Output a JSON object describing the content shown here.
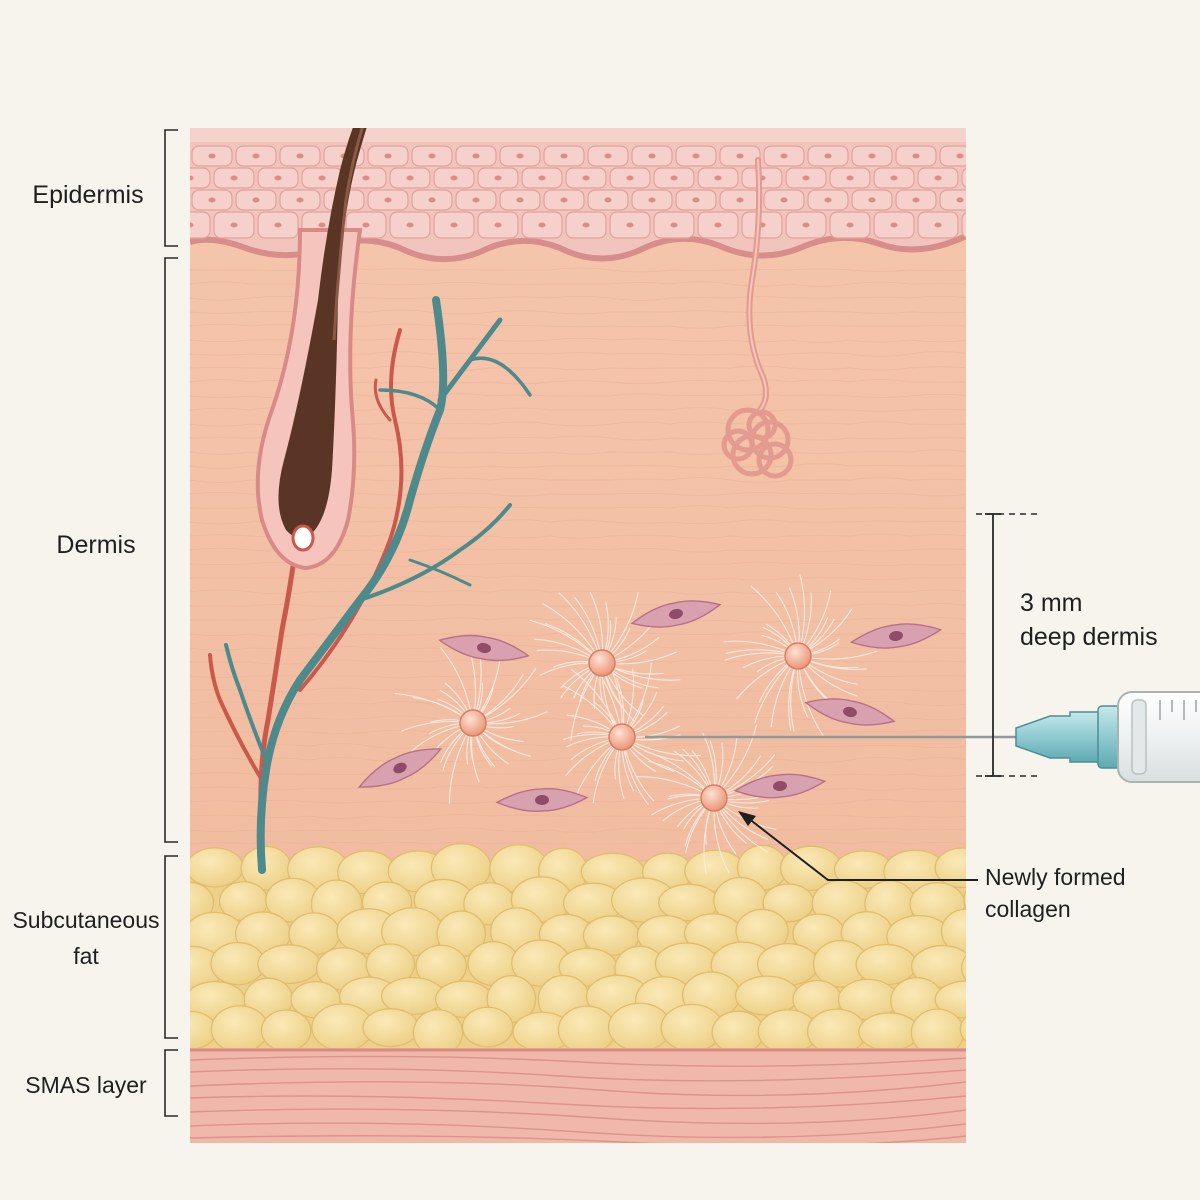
{
  "layers": {
    "epidermis": "Epidermis",
    "dermis": "Dermis",
    "subcutaneous_fat_line1": "Subcutaneous",
    "subcutaneous_fat_line2": "fat",
    "smas": "SMAS layer"
  },
  "annotations": {
    "depth_line1": "3 mm",
    "depth_line2": "deep dermis",
    "collagen_line1": "Newly formed",
    "collagen_line2": "collagen"
  },
  "colors": {
    "background": "#f7f4ee",
    "epidermis": "#f2c2bc",
    "dermis": "#f4c3a8",
    "fat": "#f6dc9a",
    "smas": "#efb4a8",
    "vein": "#4e8a8c",
    "artery": "#c9584d",
    "hair": "#5a3424",
    "syringe": "#9fd3d8"
  }
}
